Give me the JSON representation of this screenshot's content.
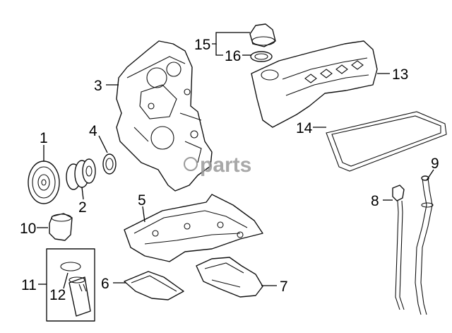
{
  "watermark": {
    "text": "parts",
    "icon": "gear-icon"
  },
  "callouts": {
    "c1": "1",
    "c2": "2",
    "c3": "3",
    "c4": "4",
    "c5": "5",
    "c6": "6",
    "c7": "7",
    "c8": "8",
    "c9": "9",
    "c10": "10",
    "c11": "11",
    "c12": "12",
    "c13": "13",
    "c14": "14",
    "c15": "15",
    "c16": "16"
  }
}
